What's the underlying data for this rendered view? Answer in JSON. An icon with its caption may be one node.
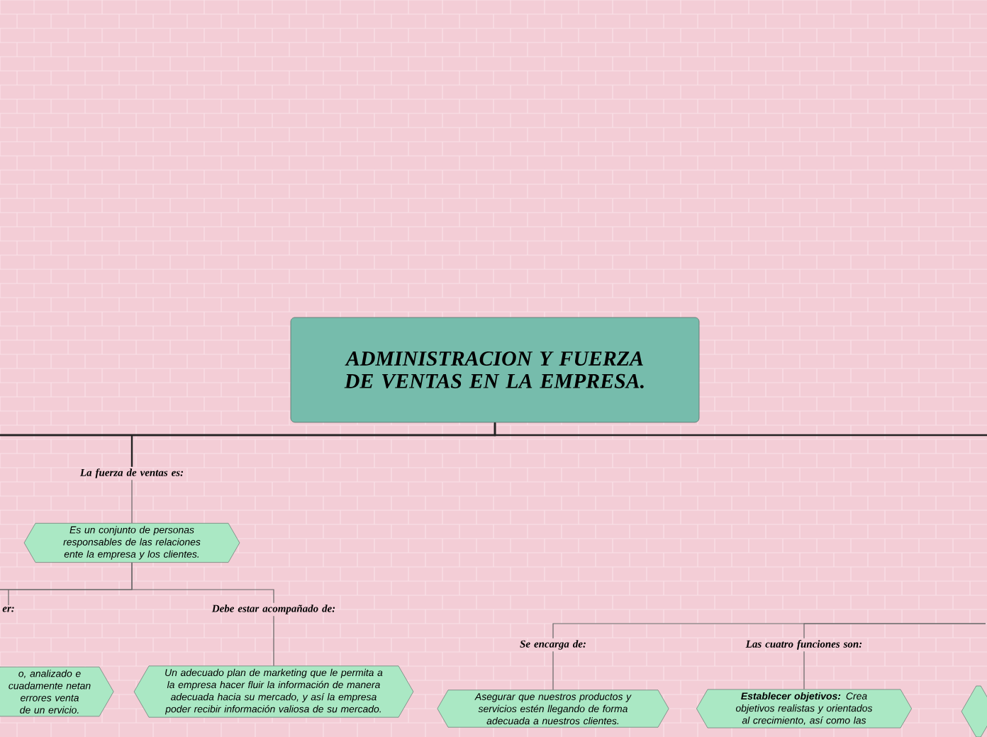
{
  "diagram": {
    "nodes": [
      {
        "text": [
          "ADMINISTRACION Y FUERZA DE VENTAS EN LA EMPRESA."
        ]
      },
      {
        "text": [
          "er:"
        ]
      },
      {
        "text": [
          "La fuerza de ventas es:"
        ]
      },
      {
        "text": [
          "Es un conjunto de personas responsables de las relaciones ente la empresa y los clientes."
        ]
      },
      {
        "text": [
          "o, analizado e cuadamente netan errores venta de un ervicio."
        ]
      },
      {
        "text": [
          "Debe estar acompañado de:"
        ]
      },
      {
        "text": [
          "Un adecuado plan de marketing que le permita a la empresa hacer fluir la información de manera adecuada hacia su mercado, y así la empresa poder recibir información valiosa de su mercado."
        ]
      },
      {
        "text": [
          "Se encarga de:"
        ]
      },
      {
        "text": [
          "Asegurar que nuestros productos y servicios estén llegando de forma adecuada a nuestros clientes."
        ]
      },
      {
        "text": [
          "Las cuatro funciones son:"
        ]
      },
      {
        "text": [
          "**Establecer objetivos:** Crea objetivos realistas y orientados al crecimiento, así como las"
        ]
      },
      {
        "text": [],
        "shape": "hexagon"
      }
    ],
    "edges": [
      {
        "from": 0,
        "to": null,
        "arrow": "none",
        "color": "#222222"
      },
      {
        "from": 0,
        "to": null,
        "arrow": "none",
        "color": "#222222"
      },
      {
        "from": 0,
        "to": 2,
        "arrow": "none",
        "color": "#222222"
      },
      {
        "from": 2,
        "to": 3,
        "arrow": "none"
      },
      {
        "from": 3,
        "to": 1,
        "arrow": "none"
      },
      {
        "from": 3,
        "to": 5,
        "arrow": "none"
      },
      {
        "from": 5,
        "to": 6,
        "arrow": "none"
      },
      {
        "from": null,
        "to": 7,
        "arrow": "none"
      },
      {
        "from": null,
        "to": 9,
        "arrow": "none"
      },
      {
        "from": 7,
        "to": 8,
        "arrow": "none"
      },
      {
        "from": 9,
        "to": 10,
        "arrow": "none"
      }
    ]
  }
}
